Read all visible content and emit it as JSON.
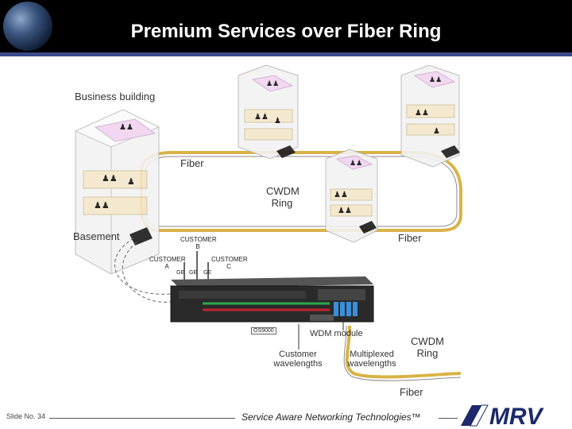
{
  "slide": {
    "title": "Premium Services over Fiber Ring"
  },
  "labels": {
    "business_building": "Business  building",
    "fiber_top": "Fiber",
    "cwdm_ring_top_1": "CWDM",
    "cwdm_ring_top_2": "Ring",
    "fiber_right": "Fiber",
    "basement": "Basement",
    "customer_a_1": "CUSTOMER",
    "customer_a_2": "A",
    "customer_b_1": "CUSTOMER",
    "customer_b_2": "B",
    "customer_c_1": "CUSTOMER",
    "customer_c_2": "C",
    "ge_1": "GE",
    "ge_2": "GE",
    "ge_3": "GE",
    "os9000": "OS9000",
    "wdm_module": "WDM module",
    "cwdm_ring_bottom_1": "CWDM",
    "cwdm_ring_bottom_2": "Ring",
    "customer_wavelengths_1": "Customer",
    "customer_wavelengths_2": "wavelengths",
    "multiplexed_wavelengths_1": "Multiplexed",
    "multiplexed_wavelengths_2": "wavelengths",
    "fiber_bottom": "Fiber"
  },
  "footer": {
    "slide_number": "Slide No. 34",
    "tagline": "Service Aware Networking Technologies™",
    "logo_text": "MRV"
  },
  "colors": {
    "header_bg": "#000000",
    "header_rule": "#3b4a8a",
    "fiber_ring": "#d9b347",
    "green_link": "#2aa84a",
    "red_link": "#c0272d",
    "wdm_blue": "#3a8fd8",
    "logo_navy": "#1c2a6b"
  }
}
